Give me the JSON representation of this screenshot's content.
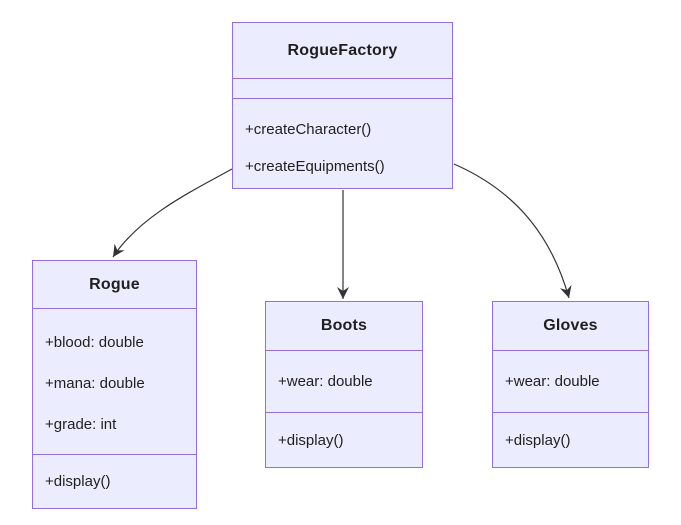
{
  "diagram": {
    "type": "uml-class-diagram",
    "classes": [
      {
        "name": "RogueFactory",
        "attributes": [],
        "methods": [
          "+createCharacter()",
          "+createEquipments()"
        ]
      },
      {
        "name": "Rogue",
        "attributes": [
          "+blood: double",
          "+mana: double",
          "+grade: int"
        ],
        "methods": [
          "+display()"
        ]
      },
      {
        "name": "Boots",
        "attributes": [
          "+wear: double"
        ],
        "methods": [
          "+display()"
        ]
      },
      {
        "name": "Gloves",
        "attributes": [
          "+wear: double"
        ],
        "methods": [
          "+display()"
        ]
      }
    ],
    "relationships": [
      {
        "from": "RogueFactory",
        "to": "Rogue",
        "type": "solid-arrow"
      },
      {
        "from": "RogueFactory",
        "to": "Boots",
        "type": "solid-arrow"
      },
      {
        "from": "RogueFactory",
        "to": "Gloves",
        "type": "solid-arrow"
      }
    ],
    "colors": {
      "box_fill": "#ECECFF",
      "box_border": "#9370DB",
      "arrow": "#333333",
      "text": "#1f1f1f",
      "background": "#ffffff"
    }
  }
}
